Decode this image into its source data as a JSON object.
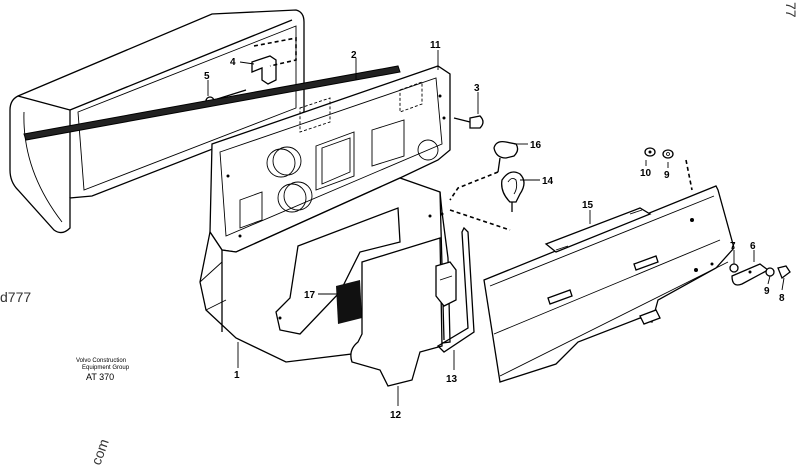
{
  "diagram": {
    "callouts": [
      {
        "id": "c1",
        "text": "1"
      },
      {
        "id": "c2",
        "text": "2"
      },
      {
        "id": "c3",
        "text": "3"
      },
      {
        "id": "c4",
        "text": "4"
      },
      {
        "id": "c5",
        "text": "5"
      },
      {
        "id": "c6",
        "text": "6"
      },
      {
        "id": "c7",
        "text": "7"
      },
      {
        "id": "c8",
        "text": "8"
      },
      {
        "id": "c9a",
        "text": "9"
      },
      {
        "id": "c9b",
        "text": "9"
      },
      {
        "id": "c10",
        "text": "10"
      },
      {
        "id": "c11",
        "text": "11"
      },
      {
        "id": "c12",
        "text": "12"
      },
      {
        "id": "c13",
        "text": "13"
      },
      {
        "id": "c14",
        "text": "14"
      },
      {
        "id": "c15",
        "text": "15"
      },
      {
        "id": "c16",
        "text": "16"
      },
      {
        "id": "c17",
        "text": "17"
      }
    ],
    "publisher_line1": "Volvo Construction",
    "publisher_line2": "Equipment Group",
    "drawing_code": "AT 370",
    "watermark_top": "77",
    "watermark_left": "d777",
    "watermark_bottom": "com"
  }
}
